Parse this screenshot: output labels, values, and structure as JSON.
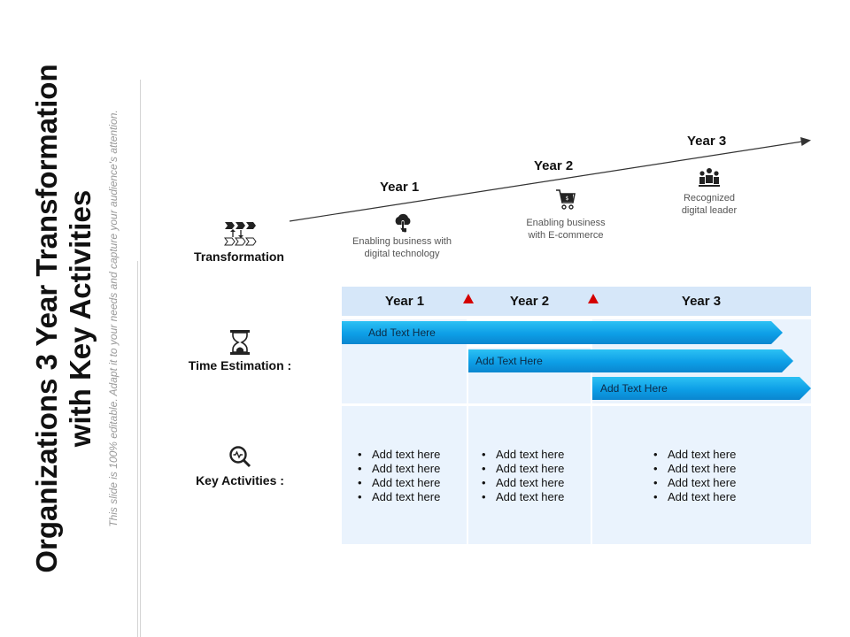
{
  "title": "Organizations 3 Year Transformation with Key Activities",
  "subtitle": "This slide is 100% editable. Adapt it to your needs and capture your audience's attention.",
  "timeline": {
    "start_label": "Transformation",
    "milestones": [
      {
        "year": "Year 1",
        "desc_line1": "Enabling business with",
        "desc_line2": "digital technology",
        "icon": "touch-cloud-icon"
      },
      {
        "year": "Year 2",
        "desc_line1": "Enabling business",
        "desc_line2": "with E-commerce",
        "icon": "shopping-cart-icon"
      },
      {
        "year": "Year 3",
        "desc_line1": "Recognized",
        "desc_line2": "digital leader",
        "icon": "team-icon"
      }
    ]
  },
  "rows": {
    "time_estimation": {
      "label": "Time Estimation :",
      "icon": "hourglass-icon"
    },
    "key_activities": {
      "label": "Key Activities :",
      "icon": "magnifier-icon"
    }
  },
  "table": {
    "headers": [
      "Year 1",
      "Year 2",
      "Year 3"
    ],
    "bars": [
      "Add Text Here",
      "Add Text Here",
      "Add Text Here"
    ],
    "activities": [
      [
        "Add text here",
        "Add text here",
        "Add text here",
        "Add text here"
      ],
      [
        "Add text here",
        "Add text here",
        "Add text here",
        "Add text here"
      ],
      [
        "Add text here",
        "Add text here",
        "Add text here",
        "Add text here"
      ]
    ]
  },
  "colors": {
    "accent": "#0d9ee6",
    "header_bg": "#d6e7f9",
    "cell_bg": "#eaf3fd",
    "marker": "#d40000"
  }
}
